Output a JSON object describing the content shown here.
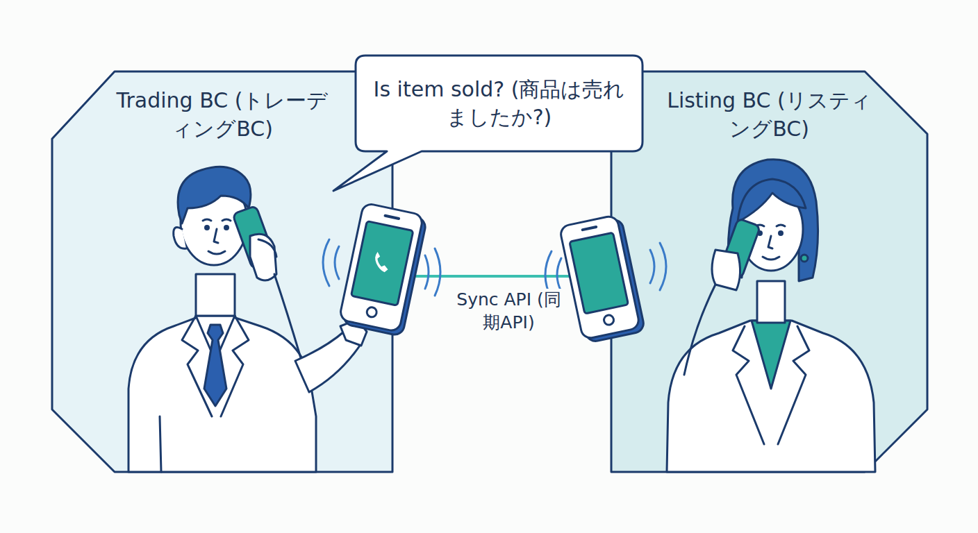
{
  "diagram": {
    "nodes": [
      {
        "text": [
          "Trading BC (トレーディングBC)"
        ]
      },
      {
        "text": [
          "Listing BC (リスティングBC)"
        ]
      },
      {
        "text": [
          "Is item sold? (商品は売れましたか?)"
        ]
      }
    ],
    "edges": [
      {
        "from": 0,
        "to": 1,
        "arrow": "none",
        "label": "Sync API (同期API)"
      }
    ]
  }
}
